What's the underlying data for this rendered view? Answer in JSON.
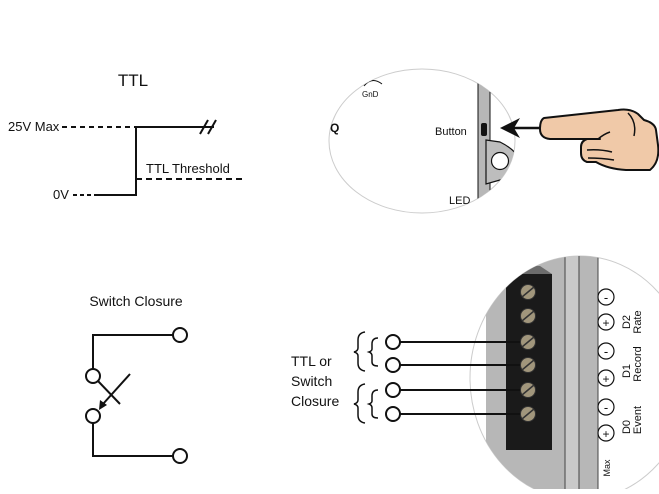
{
  "ttl_panel": {
    "title": "TTL",
    "max_label": "25V Max",
    "zero_label": "0V",
    "threshold_label": "TTL Threshold"
  },
  "button_panel": {
    "gnd_label": "GnD",
    "button_label": "Button",
    "led_label": "LED"
  },
  "switch_panel": {
    "title": "Switch Closure"
  },
  "terminal_panel": {
    "input_label_lines": [
      "TTL or",
      "Switch",
      "Closure"
    ],
    "channels": [
      {
        "id": "D2",
        "name": "Rate"
      },
      {
        "id": "D1",
        "name": "Record"
      },
      {
        "id": "D0",
        "name": "Event"
      }
    ],
    "plus_symbol": "+",
    "minus_symbol": "-",
    "bottom_label": "Max"
  },
  "colors": {
    "finger_fill": "#f0c9a8",
    "bezel_gray": "#b7b7b7",
    "terminal_block": "#1a1a1a",
    "screw_fill": "#a1967c"
  }
}
